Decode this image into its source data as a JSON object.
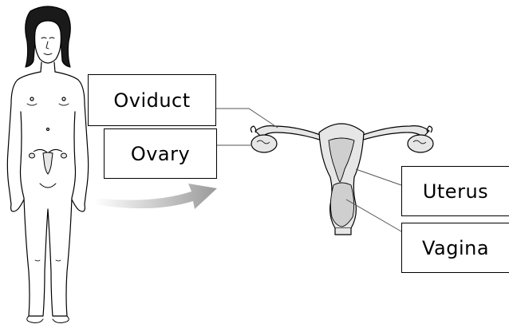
{
  "labels": {
    "oviduct": "Oviduct",
    "ovary": "Ovary",
    "uterus": "Uterus",
    "vagina": "Vagina"
  },
  "colors": {
    "line": "#000000",
    "organ_fill": "#e6e6e6",
    "arrow": "#9a9a9a",
    "background": "#ffffff"
  }
}
